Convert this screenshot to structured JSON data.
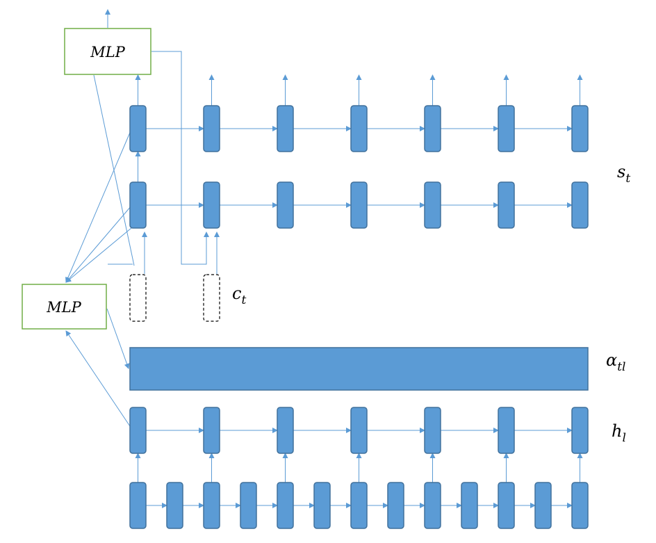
{
  "mlp_top": {
    "label": "MLP"
  },
  "mlp_left": {
    "label": "MLP"
  },
  "labels": {
    "s_t": {
      "base": "s",
      "sub": "t"
    },
    "c_t": {
      "base": "c",
      "sub": "t"
    },
    "alpha_tl": {
      "base": "α",
      "sub": "tl"
    },
    "h_l": {
      "base": "h",
      "sub": "l"
    }
  },
  "colors": {
    "cell_fill": "#5b9bd5",
    "cell_stroke": "#41719c",
    "arrow": "#5b9bd5",
    "mlp_border": "#70ad47",
    "context_border": "#000000"
  },
  "counts": {
    "decoder_columns": 7,
    "encoder_bottom_cells": 13
  }
}
